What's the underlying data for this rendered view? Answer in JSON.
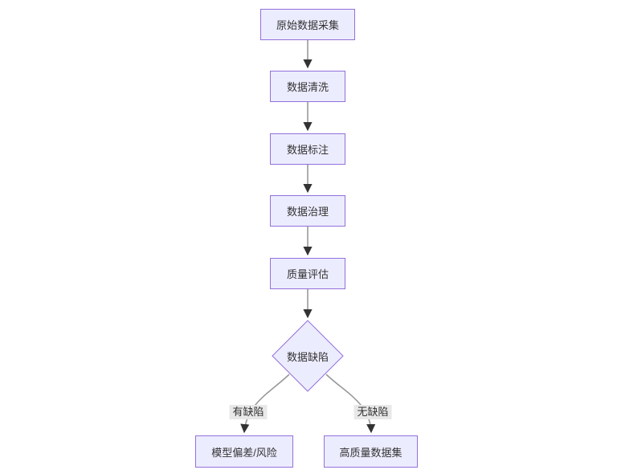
{
  "diagram": {
    "type": "flowchart",
    "direction": "top-down",
    "colors": {
      "background": "#ffffff",
      "node_fill": "#ECECFF",
      "node_border": "#9370DB",
      "node_text": "#333333",
      "edge_line": "#999999",
      "arrowhead": "#333333",
      "edge_label_background": "#e8e8e8"
    },
    "nodes": [
      {
        "id": "raw-collection",
        "label": "原始数据采集",
        "shape": "rect"
      },
      {
        "id": "cleaning",
        "label": "数据清洗",
        "shape": "rect"
      },
      {
        "id": "annotation",
        "label": "数据标注",
        "shape": "rect"
      },
      {
        "id": "governance",
        "label": "数据治理",
        "shape": "rect"
      },
      {
        "id": "quality-assessment",
        "label": "质量评估",
        "shape": "rect"
      },
      {
        "id": "data-defect",
        "label": "数据缺陷",
        "shape": "diamond"
      },
      {
        "id": "model-bias-risk",
        "label": "模型偏差/风险",
        "shape": "rect"
      },
      {
        "id": "high-quality-dataset",
        "label": "高质量数据集",
        "shape": "rect"
      }
    ],
    "edges": [
      {
        "from": "raw-collection",
        "to": "cleaning",
        "label": ""
      },
      {
        "from": "cleaning",
        "to": "annotation",
        "label": ""
      },
      {
        "from": "annotation",
        "to": "governance",
        "label": ""
      },
      {
        "from": "governance",
        "to": "quality-assessment",
        "label": ""
      },
      {
        "from": "quality-assessment",
        "to": "data-defect",
        "label": ""
      },
      {
        "from": "data-defect",
        "to": "model-bias-risk",
        "label": "有缺陷"
      },
      {
        "from": "data-defect",
        "to": "high-quality-dataset",
        "label": "无缺陷"
      }
    ]
  }
}
